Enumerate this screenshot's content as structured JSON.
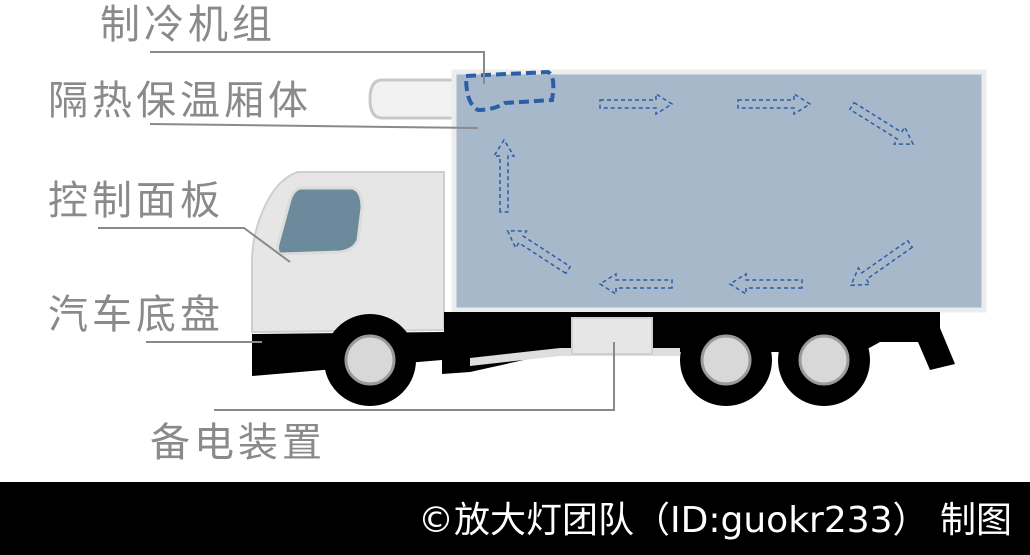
{
  "labels": {
    "refrigeration_unit": "制冷机组",
    "insulated_body": "隔热保温厢体",
    "control_panel": "控制面板",
    "chassis": "汽车底盘",
    "backup_power": "备电装置"
  },
  "credit": "©放大灯团队（ID:guokr233） 制图",
  "colors": {
    "cargo_box": "#a8b8cb",
    "cab": "#e6e6e6",
    "window": "#6b8a9c",
    "chassis": "#000000",
    "airflow": "#2a5ea8",
    "label_text": "#8a8a8a",
    "footer_bg": "#000000"
  }
}
